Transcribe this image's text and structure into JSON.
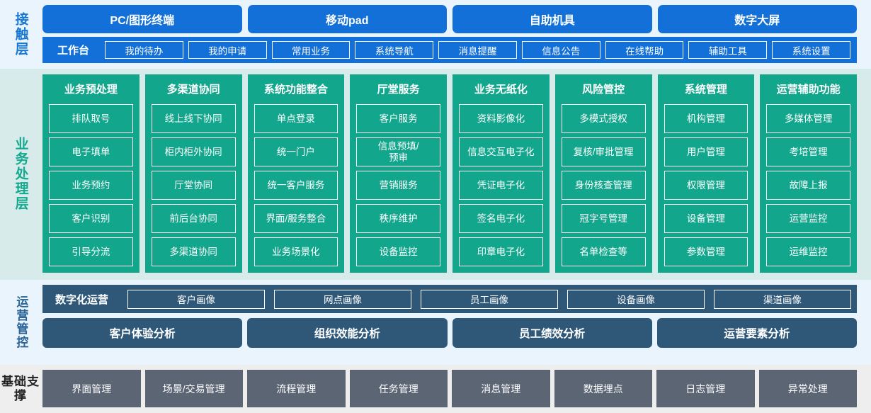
{
  "layers": {
    "contact": {
      "label": "接触层",
      "channels": [
        "PC/图形终端",
        "移动pad",
        "自助机具",
        "数字大屏"
      ],
      "workbench_title": "工作台",
      "workbench_items": [
        "我的待办",
        "我的申请",
        "常用业务",
        "系统导航",
        "消息提醒",
        "信息公告",
        "在线帮助",
        "辅助工具",
        "系统设置"
      ]
    },
    "business": {
      "label": "业务处理层",
      "columns": [
        {
          "title": "业务预处理",
          "items": [
            "排队取号",
            "电子填单",
            "业务预约",
            "客户识别",
            "引导分流"
          ]
        },
        {
          "title": "多渠道协同",
          "items": [
            "线上线下协同",
            "柜内柜外协同",
            "厅堂协同",
            "前后台协同",
            "多渠道协同"
          ]
        },
        {
          "title": "系统功能整合",
          "items": [
            "单点登录",
            "统一门户",
            "统一客户服务",
            "界面/服务整合",
            "业务场景化"
          ]
        },
        {
          "title": "厅堂服务",
          "items": [
            "客户服务",
            "信息预填/\n预审",
            "营销服务",
            "秩序维护",
            "设备监控"
          ]
        },
        {
          "title": "业务无纸化",
          "items": [
            "资料影像化",
            "信息交互电子化",
            "凭证电子化",
            "签名电子化",
            "印章电子化"
          ]
        },
        {
          "title": "风险管控",
          "items": [
            "多模式授权",
            "复核/审批管理",
            "身份核查管理",
            "冠字号管理",
            "名单检查等"
          ]
        },
        {
          "title": "系统管理",
          "items": [
            "机构管理",
            "用户管理",
            "权限管理",
            "设备管理",
            "参数管理"
          ]
        },
        {
          "title": "运营辅助功能",
          "items": [
            "多媒体管理",
            "考培管理",
            "故障上报",
            "运营监控",
            "运维监控"
          ]
        }
      ]
    },
    "ops": {
      "label": "运营管控",
      "portrait_title": "数字化运营",
      "portrait_items": [
        "客户画像",
        "网点画像",
        "员工画像",
        "设备画像",
        "渠道画像"
      ],
      "analysis_items": [
        "客户体验分析",
        "组织效能分析",
        "员工绩效分析",
        "运营要素分析"
      ]
    },
    "base": {
      "label": "基础支撑",
      "items": [
        "界面管理",
        "场景/交易管理",
        "流程管理",
        "任务管理",
        "消息管理",
        "数据埋点",
        "日志管理",
        "异常处理"
      ]
    }
  },
  "colors": {
    "contact_bg": "#eaf4fc",
    "contact_accent": "#1370d8",
    "business_bg": "#d7ecea",
    "business_accent": "#12a68d",
    "ops_bg": "#eaf4fc",
    "ops_accent": "#2f5878",
    "base_bg": "#eeeeee",
    "base_accent": "#5c6574"
  }
}
